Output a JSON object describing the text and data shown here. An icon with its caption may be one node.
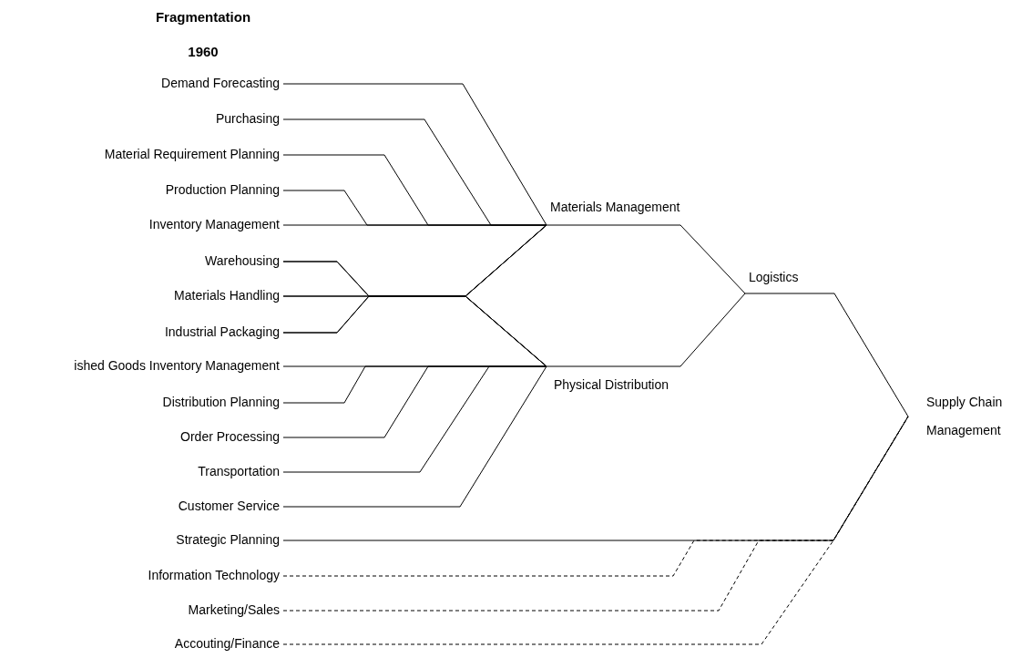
{
  "diagram": {
    "title": "Fragmentation",
    "labels": [
      "1960"
    ],
    "nodes": [
      {
        "text": [
          "Demand Forecasting"
        ]
      },
      {
        "text": [
          "Purchasing"
        ]
      },
      {
        "text": [
          "Material Requirement Planning"
        ]
      },
      {
        "text": [
          "Production Planning"
        ]
      },
      {
        "text": [
          "Inventory Management"
        ]
      },
      {
        "text": [
          "Warehousing"
        ]
      },
      {
        "text": [
          "Materials Handling"
        ]
      },
      {
        "text": [
          "Industrial Packaging"
        ]
      },
      {
        "text": [
          "ished Goods Inventory Management"
        ]
      },
      {
        "text": [
          "Distribution Planning"
        ]
      },
      {
        "text": [
          "Order Processing"
        ]
      },
      {
        "text": [
          "Transportation"
        ]
      },
      {
        "text": [
          "Customer Service"
        ]
      },
      {
        "text": [
          "Strategic Planning"
        ]
      },
      {
        "text": [
          "Information Technology"
        ]
      },
      {
        "text": [
          "Marketing/Sales"
        ]
      },
      {
        "text": [
          "Accouting/Finance"
        ]
      },
      {
        "text": [
          "Materials Management"
        ]
      },
      {
        "text": [
          "Physical Distribution"
        ]
      },
      {
        "text": [
          "Logistics"
        ]
      },
      {
        "text": [
          "Supply Chain Management"
        ]
      }
    ],
    "edges": [
      {
        "from": 0,
        "to": 17,
        "arrow": "none"
      },
      {
        "from": 1,
        "to": 17,
        "arrow": "none"
      },
      {
        "from": 2,
        "to": 17,
        "arrow": "none"
      },
      {
        "from": 3,
        "to": 17,
        "arrow": "none"
      },
      {
        "from": 4,
        "to": 17,
        "arrow": "none"
      },
      {
        "from": 5,
        "to": 17,
        "arrow": "none"
      },
      {
        "from": 5,
        "to": 18,
        "arrow": "none"
      },
      {
        "from": 6,
        "to": 17,
        "arrow": "none"
      },
      {
        "from": 6,
        "to": 18,
        "arrow": "none"
      },
      {
        "from": 7,
        "to": 17,
        "arrow": "none"
      },
      {
        "from": 7,
        "to": 18,
        "arrow": "none"
      },
      {
        "from": 8,
        "to": 18,
        "arrow": "none"
      },
      {
        "from": 9,
        "to": 18,
        "arrow": "none"
      },
      {
        "from": 10,
        "to": 18,
        "arrow": "none"
      },
      {
        "from": 11,
        "to": 18,
        "arrow": "none"
      },
      {
        "from": 12,
        "to": 18,
        "arrow": "none"
      },
      {
        "from": 17,
        "to": 19,
        "arrow": "none"
      },
      {
        "from": 18,
        "to": 19,
        "arrow": "none"
      },
      {
        "from": 19,
        "to": 20,
        "arrow": "none"
      },
      {
        "from": 13,
        "to": 20,
        "arrow": "none"
      },
      {
        "from": 14,
        "to": 20,
        "arrow": "none",
        "style": "dashed"
      },
      {
        "from": 15,
        "to": 20,
        "arrow": "none",
        "style": "dashed"
      },
      {
        "from": 16,
        "to": 20,
        "arrow": "none",
        "style": "dashed"
      }
    ]
  }
}
